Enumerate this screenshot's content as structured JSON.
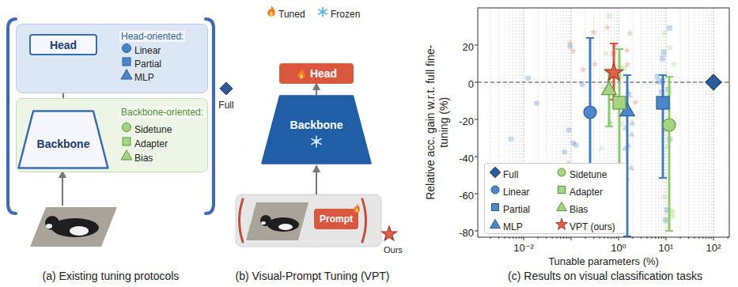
{
  "diagram": {
    "nodes": [
      {
        "text": [
          "Head-oriented:"
        ]
      },
      {
        "text": [
          "Head"
        ],
        "in": 0
      },
      {
        "text": [
          "Backbone-oriented:"
        ]
      },
      {
        "text": [
          "Backbone"
        ],
        "in": 2
      },
      {
        "text": [
          "Head"
        ]
      },
      {
        "text": [
          "Backbone"
        ]
      },
      {
        "text": [
          "Prompt"
        ]
      }
    ],
    "edges": [
      {
        "from": 3,
        "to": 1,
        "arrow": "to"
      },
      {
        "from": 5,
        "to": 4,
        "arrow": "to"
      }
    ],
    "labels": [
      "Tuned",
      "Frozen",
      "Ours",
      "(a) Existing tuning protocols",
      "(b) Visual-Prompt Tuning (VPT)",
      "(c) Results on visual classification tasks",
      "Relative acc. gain w.r.t. full fine-tuning (%)",
      "Tunable parameters (%)",
      "20",
      "0",
      "-20",
      "-40",
      "-60",
      "-80",
      "10⁻²",
      "10⁰",
      "10¹",
      "10²"
    ],
    "legend": [
      {
        "text": "Linear"
      },
      {
        "text": "Partial"
      },
      {
        "text": "MLP"
      },
      {
        "text": "Sidetune"
      },
      {
        "text": "Adapter"
      },
      {
        "text": "Bias"
      },
      {
        "text": "Full"
      },
      {
        "text": "Full"
      },
      {
        "text": "Linear"
      },
      {
        "text": "Partial"
      },
      {
        "text": "MLP"
      },
      {
        "text": "Sidetune"
      },
      {
        "text": "Adapter"
      },
      {
        "text": "Bias"
      },
      {
        "text": "VPT (ours)"
      }
    ]
  }
}
